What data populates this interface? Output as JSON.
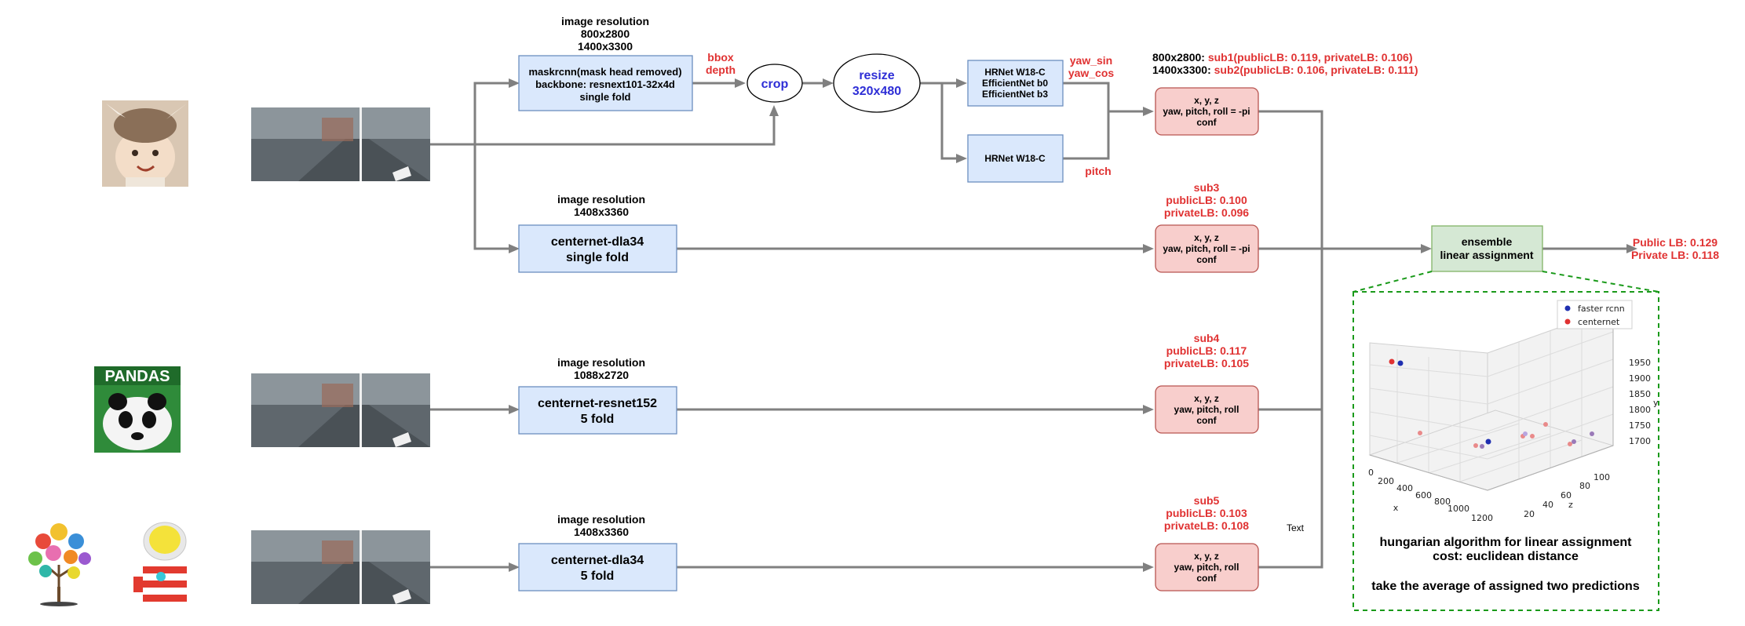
{
  "colors": {
    "box_blue": "#dae8fc",
    "box_red": "#f8cecc",
    "box_green": "#d5e8d4",
    "accent_red": "#e03232",
    "accent_blue": "#2e2ed6",
    "edge": "#808080",
    "dashed_green": "#1a9a1a"
  },
  "icons": {
    "icon1": "cartoon-character-thumbnail",
    "icon2": "pandas-logo",
    "icon3": "flower-tree-illustration",
    "icon4": "robot-mascot-illustration",
    "photo": "road-camera-image"
  },
  "branch1": {
    "res": [
      "image resolution",
      "800x2800",
      "1400x3300"
    ],
    "model": [
      "maskrcnn(mask head removed)",
      "backbone: resnext101-32x4d",
      "single fold"
    ],
    "bbox_label": [
      "bbox",
      "depth"
    ],
    "crop": "crop",
    "resize": [
      "resize",
      "320x480"
    ],
    "hrnet_a": [
      "HRNet W18-C",
      "EfficientNet b0",
      "EfficientNet b3"
    ],
    "yaw_label": [
      "yaw_sin",
      "yaw_cos"
    ],
    "hrnet_b": "HRNet W18-C",
    "pitch_label": "pitch",
    "sub_line1_prefix": "800x2800: ",
    "sub_line1_score": "sub1(publicLB: 0.119, privateLB: 0.106)",
    "sub_line2_prefix": "1400x3300: ",
    "sub_line2_score": "sub2(publicLB: 0.106, privateLB: 0.111)",
    "output": [
      "x, y, z",
      "yaw, pitch, roll = -pi",
      "conf"
    ]
  },
  "branch2": {
    "res": [
      "image resolution",
      "1408x3360"
    ],
    "model": [
      "centernet-dla34",
      "single fold"
    ],
    "score": [
      "sub3",
      "publicLB: 0.100",
      "privateLB: 0.096"
    ],
    "output": [
      "x, y, z",
      "yaw, pitch, roll = -pi",
      "conf"
    ]
  },
  "branch3": {
    "res": [
      "image resolution",
      "1088x2720"
    ],
    "model": [
      "centernet-resnet152",
      "5 fold"
    ],
    "score": [
      "sub4",
      "publicLB: 0.117",
      "privateLB: 0.105"
    ],
    "output": [
      "x, y, z",
      "yaw, pitch, roll",
      "conf"
    ]
  },
  "branch4": {
    "res": [
      "image resolution",
      "1408x3360"
    ],
    "model": [
      "centernet-dla34",
      "5 fold"
    ],
    "score": [
      "sub5",
      "publicLB: 0.103",
      "privateLB: 0.108"
    ],
    "output": [
      "x, y, z",
      "yaw, pitch, roll",
      "conf"
    ],
    "stray_text": "Text"
  },
  "ensemble": {
    "box": [
      "ensemble",
      "linear assignment"
    ],
    "final": [
      "Public LB: 0.129",
      "Private LB: 0.118"
    ]
  },
  "inset": {
    "caption": [
      "hungarian algorithm for linear assignment",
      "cost: euclidean distance",
      "take the average of assigned two predictions"
    ],
    "legend": [
      "faster rcnn",
      "centernet"
    ],
    "axis_names": {
      "x": "x",
      "y": "y",
      "z": "z"
    },
    "x_ticks": [
      "0",
      "200",
      "400",
      "600",
      "800",
      "1000",
      "1200"
    ],
    "y_ticks": [
      "1950",
      "1900",
      "1850",
      "1800",
      "1750",
      "1700"
    ],
    "z_ticks": [
      "20",
      "40",
      "60",
      "80",
      "100"
    ],
    "series_colors": {
      "faster rcnn": "#1f2fb0",
      "centernet": "#e03232"
    }
  }
}
